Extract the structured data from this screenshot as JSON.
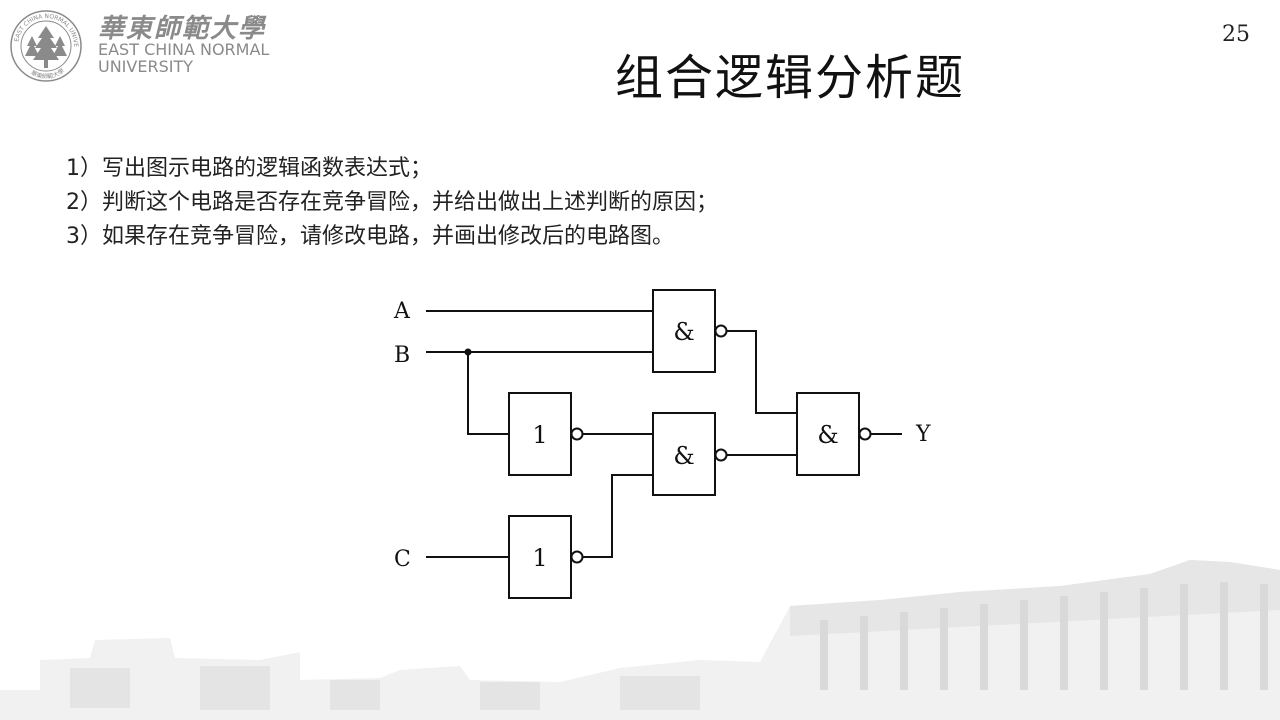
{
  "page_number": "25",
  "logo": {
    "name_cn": "華東師範大學",
    "name_en_line1": "EAST CHINA NORMAL",
    "name_en_line2": "UNIVERSITY",
    "seal_text": "EAST CHINA NORMAL UNIVERSITY",
    "seal_text_cn": "華東師範大學",
    "color": "#8a8a8a"
  },
  "title": "组合逻辑分析题",
  "questions": [
    "1）写出图示电路的逻辑函数表达式；",
    "2）判断这个电路是否存在竞争冒险，并给出做出上述判断的原因；",
    "3）如果存在竞争冒险，请修改电路，并画出修改后的电路图。"
  ],
  "circuit": {
    "inputs": [
      "A",
      "B",
      "C"
    ],
    "output": "Y",
    "gates": {
      "nand_top": "&",
      "not_b": "1",
      "nand_middle": "&",
      "not_c": "1",
      "nand_output": "&"
    }
  },
  "colors": {
    "line": "#111111",
    "background": "#ffffff"
  }
}
